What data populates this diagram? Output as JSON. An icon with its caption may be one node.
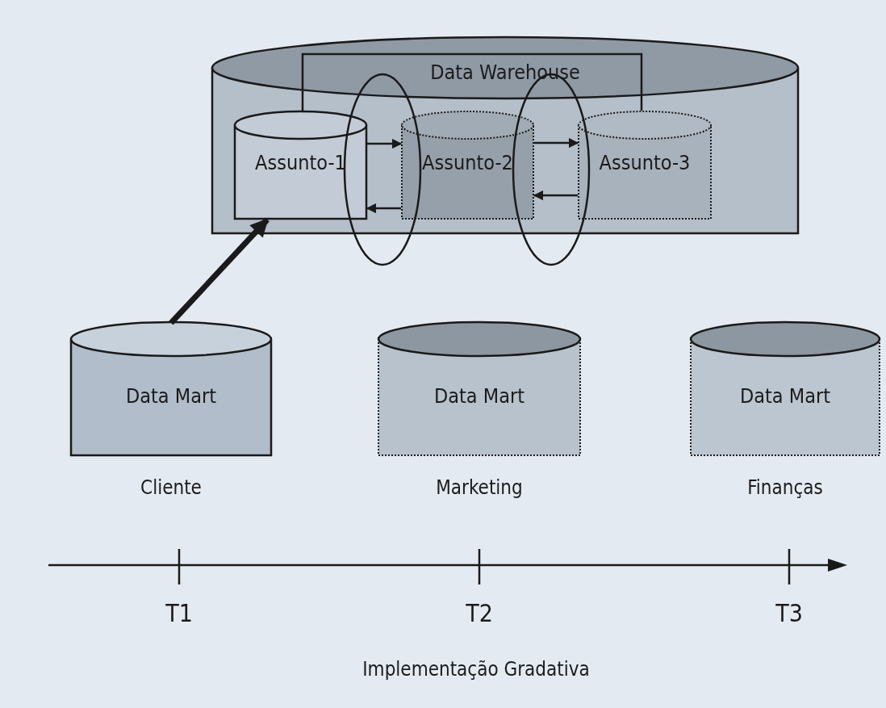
{
  "diagram": {
    "nodes": [
      {
        "text": [
          "Data Warehouse"
        ]
      },
      {
        "text": [
          "Assunto-1"
        ],
        "in": 0
      },
      {
        "text": [
          "Assunto-2"
        ],
        "in": 0
      },
      {
        "text": [
          "Assunto-3"
        ],
        "in": 0
      },
      {
        "text": [
          "Data Mart"
        ],
        "beside": [
          "Cliente"
        ]
      },
      {
        "text": [
          "Data Mart"
        ],
        "beside": [
          "Marketing"
        ]
      },
      {
        "text": [
          "Data Mart"
        ],
        "beside": [
          "Finanças"
        ]
      }
    ],
    "edges": [
      {
        "from": 4,
        "to": 1,
        "arrow": "to",
        "style": "thick"
      },
      {
        "from": 1,
        "to": 2,
        "arrow": "to"
      },
      {
        "from": 2,
        "to": 1,
        "arrow": "to"
      },
      {
        "from": 2,
        "to": 3,
        "arrow": "to"
      },
      {
        "from": 3,
        "to": 2,
        "arrow": "to"
      }
    ],
    "labels": [
      "T1",
      "T2",
      "T3",
      "Implementação Gradativa"
    ]
  }
}
